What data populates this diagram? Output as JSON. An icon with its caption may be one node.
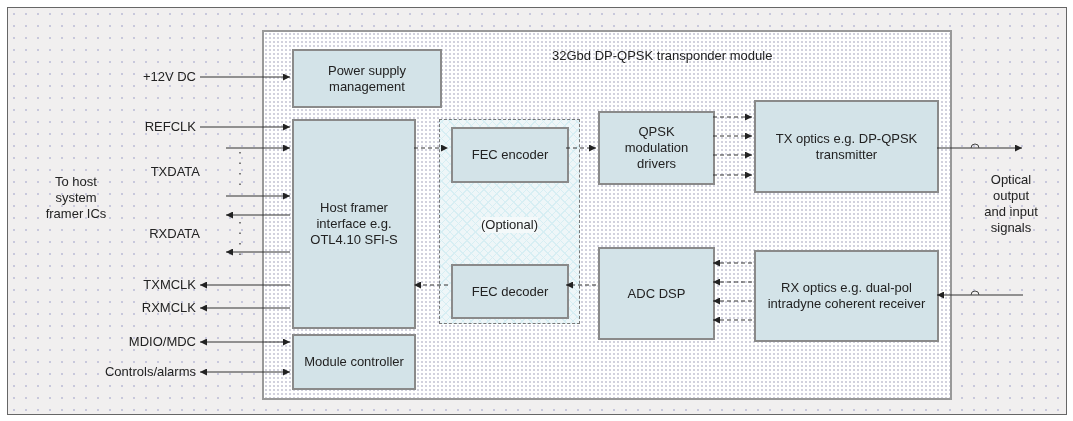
{
  "diagram": {
    "nodes": [
      {
        "text": [
          "32Gbd DP-QPSK transponder module"
        ]
      },
      {
        "text": [
          "Power supply management"
        ],
        "in": 0
      },
      {
        "text": [
          "Host framer interface e.g. OTL4.10 SFI-S"
        ],
        "in": 0
      },
      {
        "text": [
          "Module controller"
        ],
        "in": 0
      },
      {
        "text": [
          "(Optional)"
        ],
        "in": 0
      },
      {
        "text": [
          "FEC encoder"
        ],
        "in": 4
      },
      {
        "text": [
          "FEC decoder"
        ],
        "in": 4
      },
      {
        "text": [
          "QPSK modulation drivers"
        ],
        "in": 0
      },
      {
        "text": [
          "ADC DSP"
        ],
        "in": 0
      },
      {
        "text": [
          "TX optics e.g. DP-QPSK transmitter"
        ],
        "in": 0
      },
      {
        "text": [
          "RX optics e.g. dual-pol intradyne coherent receiver"
        ],
        "in": 0
      },
      {
        "text": [
          "+12V DC"
        ]
      },
      {
        "text": [
          "REFCLK"
        ]
      },
      {
        "text": [
          "TXMCLK"
        ]
      },
      {
        "text": [
          "RXMCLK"
        ]
      },
      {
        "text": [
          "MDIO/MDC"
        ]
      },
      {
        "text": [
          "Controls/alarms"
        ]
      }
    ],
    "edges": [
      {
        "from": 11,
        "to": 1,
        "arrow": "to"
      },
      {
        "from": 12,
        "to": 2,
        "arrow": "to"
      },
      {
        "from": null,
        "to": 2,
        "arrow": "to"
      },
      {
        "from": null,
        "to": 2,
        "arrow": "to"
      },
      {
        "from": 2,
        "to": null,
        "arrow": "to"
      },
      {
        "from": 2,
        "to": null,
        "arrow": "to"
      },
      {
        "from": 2,
        "to": 13,
        "arrow": "to"
      },
      {
        "from": 2,
        "to": 14,
        "arrow": "to"
      },
      {
        "from": 15,
        "to": 3,
        "arrow": "both"
      },
      {
        "from": 16,
        "to": 3,
        "arrow": "both"
      },
      {
        "from": 2,
        "to": 5,
        "arrow": "to",
        "style": "dashed"
      },
      {
        "from": 5,
        "to": 7,
        "arrow": "to",
        "style": "dashed"
      },
      {
        "from": 7,
        "to": 9,
        "arrow": "to",
        "style": "dashed"
      },
      {
        "from": 7,
        "to": 9,
        "arrow": "to",
        "style": "dashed"
      },
      {
        "from": 7,
        "to": 9,
        "arrow": "to",
        "style": "dashed"
      },
      {
        "from": 7,
        "to": 9,
        "arrow": "to",
        "style": "dashed"
      },
      {
        "from": 10,
        "to": 8,
        "arrow": "to",
        "style": "dashed"
      },
      {
        "from": 10,
        "to": 8,
        "arrow": "to",
        "style": "dashed"
      },
      {
        "from": 10,
        "to": 8,
        "arrow": "to",
        "style": "dashed"
      },
      {
        "from": 10,
        "to": 8,
        "arrow": "to",
        "style": "dashed"
      },
      {
        "from": 8,
        "to": 6,
        "arrow": "to",
        "style": "dashed"
      },
      {
        "from": 6,
        "to": 2,
        "arrow": "to",
        "style": "dashed"
      },
      {
        "from": 9,
        "to": null,
        "arrow": "to"
      },
      {
        "from": null,
        "to": 10,
        "arrow": "to"
      }
    ],
    "labels": [
      "TXDATA",
      "To host system framer ICs",
      "RXDATA",
      "Optical output and input signals"
    ]
  }
}
